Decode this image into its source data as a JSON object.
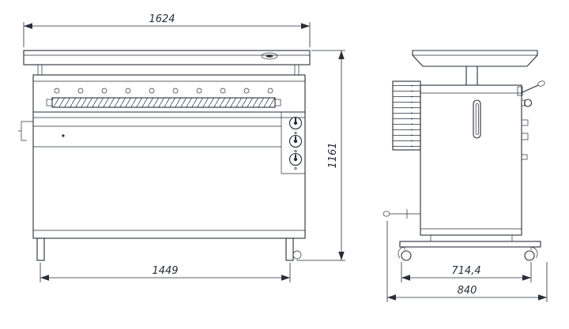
{
  "dims": {
    "front_top_width": "1624",
    "front_bottom_width": "1449",
    "front_height": "1161",
    "side_inner_width": "714,4",
    "side_outer_width": "840"
  },
  "colors": {
    "line": "#272e38",
    "background": "#ffffff"
  }
}
